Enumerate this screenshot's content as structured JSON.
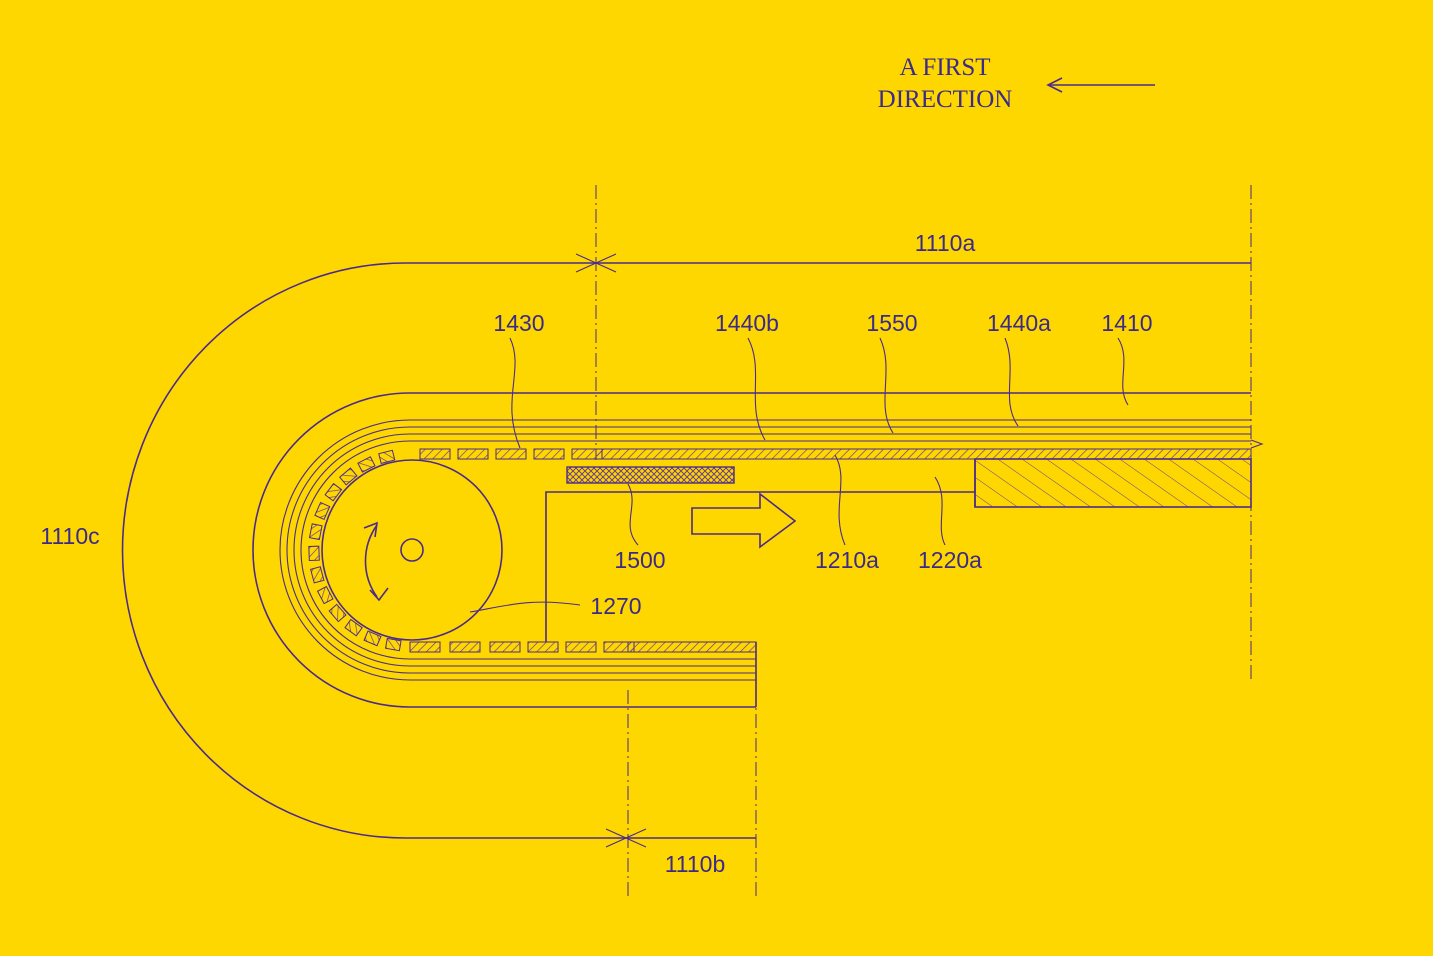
{
  "direction": {
    "line1": "A FIRST",
    "line2": "DIRECTION"
  },
  "labels": {
    "l1110a": "1110a",
    "l1110b": "1110b",
    "l1110c": "1110c",
    "l1430": "1430",
    "l1440b": "1440b",
    "l1550": "1550",
    "l1440a": "1440a",
    "l1410": "1410",
    "l1500": "1500",
    "l1210a": "1210a",
    "l1220a": "1220a",
    "l1270": "1270"
  },
  "colors": {
    "background": "#FFD700",
    "ink": "#4b2a8c"
  }
}
